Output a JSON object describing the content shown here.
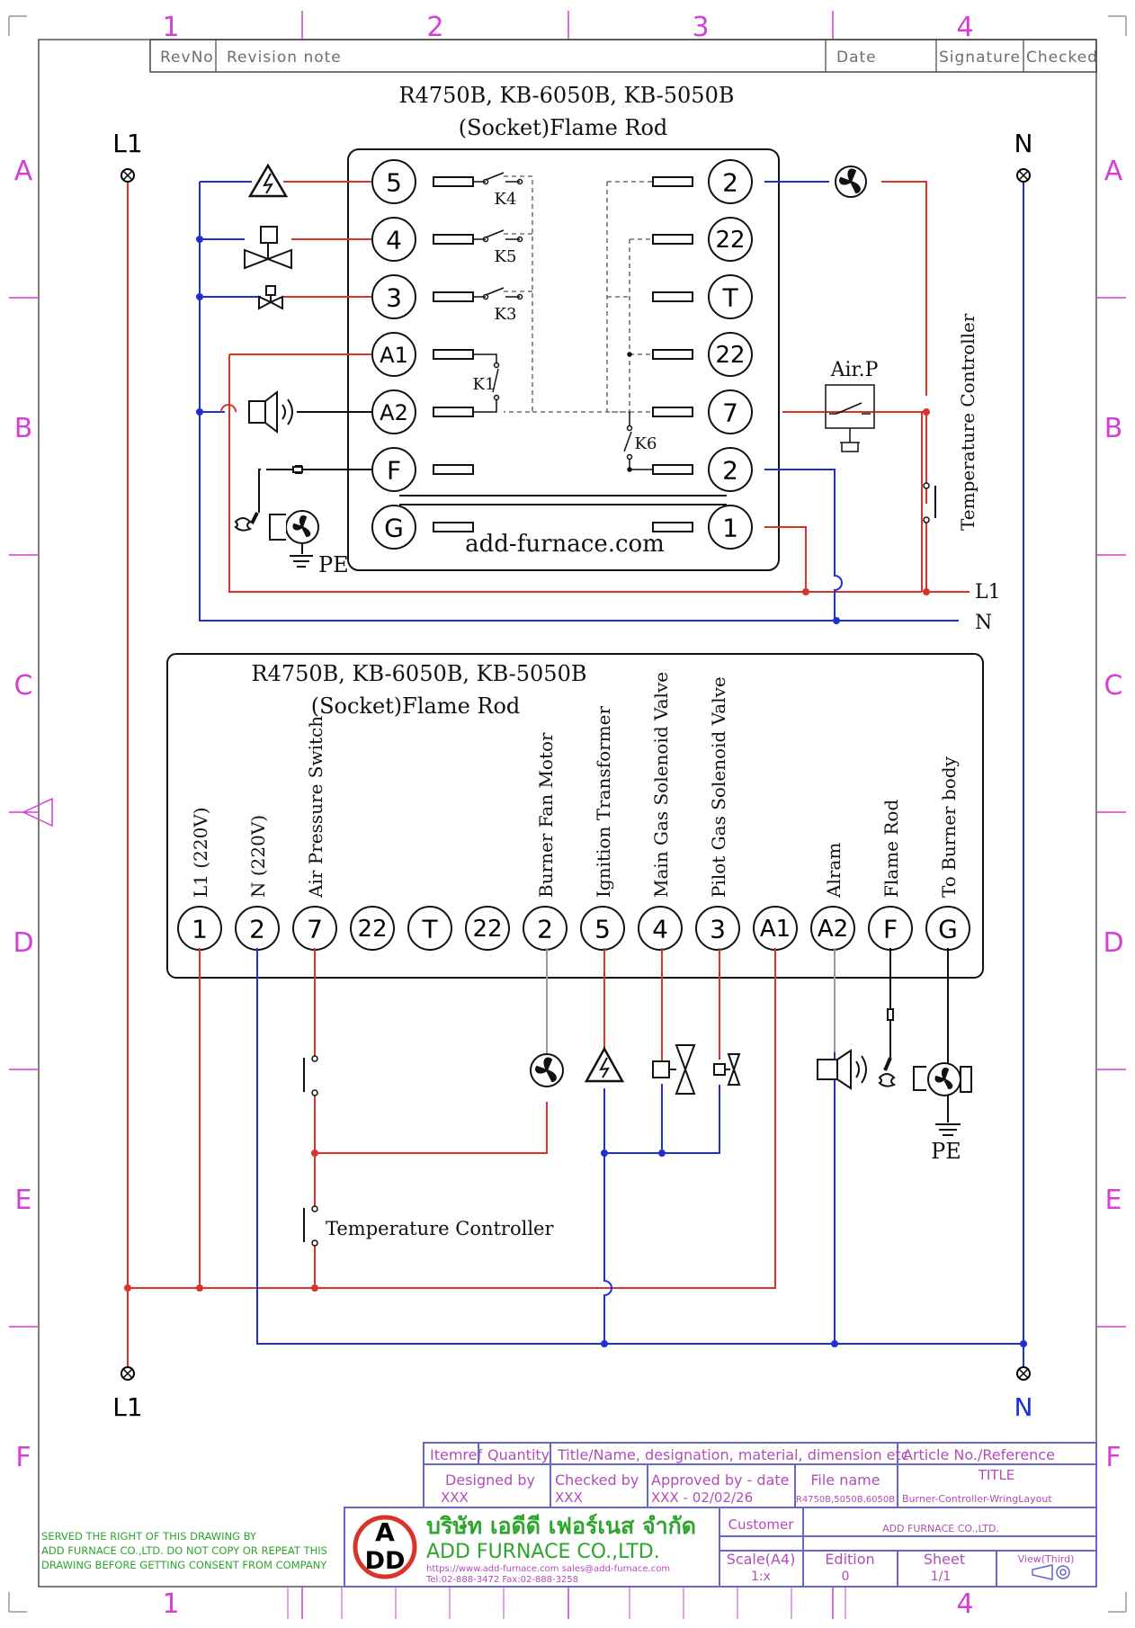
{
  "grid": {
    "cols": [
      "1",
      "2",
      "3",
      "4"
    ],
    "rows": [
      "A",
      "B",
      "C",
      "D",
      "E",
      "F"
    ]
  },
  "revision_header": {
    "revno": "RevNo",
    "note": "Revision note",
    "date": "Date",
    "signature": "Signature",
    "checked": "Checked"
  },
  "top_diagram": {
    "title_line1": "R4750B, KB-6050B, KB-5050B",
    "title_line2": "(Socket)Flame  Rod",
    "site": "add-furnace.com",
    "left_terminals": [
      "5",
      "4",
      "3",
      "A1",
      "A2",
      "F",
      "G"
    ],
    "right_terminals": [
      "2",
      "22",
      "T",
      "22",
      "7",
      "2",
      "1"
    ],
    "relays": [
      "K4",
      "K5",
      "K3",
      "K1",
      "K6"
    ],
    "air_p": "Air.P",
    "temp_controller": "Temperature Controller",
    "pe": "PE",
    "l1": "L1",
    "n": "N"
  },
  "bottom_diagram": {
    "title_line1": "R4750B, KB-6050B, KB-5050B",
    "title_line2": "(Socket)Flame  Rod",
    "terminals": [
      "1",
      "2",
      "7",
      "22",
      "T",
      "22",
      "2",
      "5",
      "4",
      "3",
      "A1",
      "A2",
      "F",
      "G"
    ],
    "labels": [
      "L1 (220V)",
      "N (220V)",
      "Air Pressure Switch",
      "",
      "",
      "",
      "Burner Fan Motor",
      "Ignition Transformer",
      "Main  Gas Solenoid Valve",
      "Pilot Gas Solenoid Valve",
      "",
      "Alram",
      "Flame Rod",
      "To Burner body"
    ],
    "temp_controller": "Temperature Controller",
    "pe": "PE"
  },
  "rails": {
    "left_top": "L1",
    "right_top": "N",
    "left_bottom": "L1",
    "right_bottom": "N"
  },
  "title_block": {
    "itemref": "Itemref",
    "quantity": "Quantity",
    "title_name": "Title/Name, designation, material, dimension etc",
    "article": "Article No./Reference",
    "designed_by": "Designed by",
    "designed_val": "XXX",
    "checked_by": "Checked by",
    "checked_val": "XXX",
    "approved_by": "Approved by - date",
    "approved_val": "XXX - 02/02/26",
    "file_name": "File name",
    "file_val": "R4750B,5050B,6050B",
    "title_label": "TITLE",
    "title_val": "Burner-Controller-WringLayout",
    "customer": "Customer",
    "customer_val": "ADD FURNACE CO.,LTD.",
    "scale": "Scale(A4)",
    "scale_val": "1:x",
    "edition": "Edition",
    "edition_val": "0",
    "sheet": "Sheet",
    "sheet_val": "1/1",
    "view": "View(Third)",
    "company_th": "บริษัท เอดีดี เฟอร์เนส จำกัด",
    "company_en": "ADD FURNACE CO.,LTD.",
    "web": "https://www.add-furnace.com    sales@add-furnace.com",
    "tel": "Tel:02-888-3472  Fax:02-888-3258",
    "logo_top": "A",
    "logo_bottom": "DD",
    "copyright_1": "SERVED THE RIGHT OF THIS DRAWING BY",
    "copyright_2": "ADD FURNACE CO.,LTD. DO NOT COPY OR REPEAT THIS",
    "copyright_3": "DRAWING BEFORE GETTING CONSENT FROM COMPANY"
  },
  "colors": {
    "live": "#d9342b",
    "neutral": "#1f2fd0",
    "border": "#d43fd4",
    "gray": "#777777",
    "green": "#2ea52e"
  }
}
